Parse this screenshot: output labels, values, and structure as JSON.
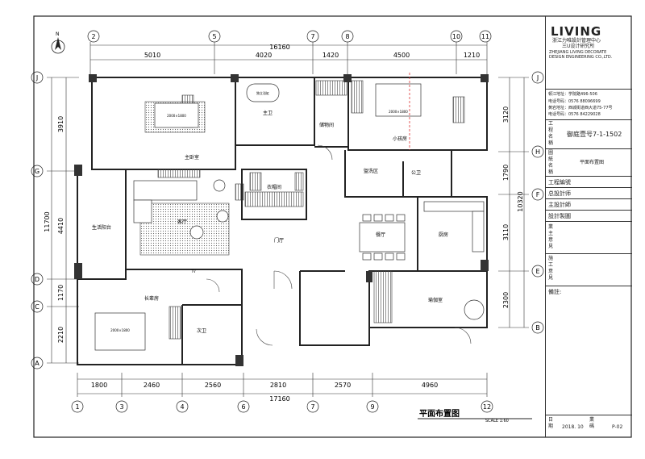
{
  "drawing": {
    "title": "平面布置图",
    "scale": "SCALE 1:60",
    "north": "N"
  },
  "dimensions": {
    "top_total": "16160",
    "top_segments": [
      "5010",
      "4020",
      "1420",
      "4500",
      "1210"
    ],
    "bottom_total": "17160",
    "bottom_segments": [
      "1800",
      "2460",
      "2560",
      "2810",
      "2570",
      "4960"
    ],
    "left_total": "11700",
    "left_segments": [
      "3910",
      "4410",
      "1170",
      "2210"
    ],
    "right_total": "10320",
    "right_segments": [
      "3120",
      "1790",
      "3110",
      "2300"
    ]
  },
  "axes": {
    "columns_top": [
      "2",
      "5",
      "7",
      "8",
      "10",
      "11"
    ],
    "columns_bottom": [
      "1",
      "3",
      "4",
      "6",
      "7",
      "9",
      "12"
    ],
    "rows_left": [
      "J",
      "G",
      "D",
      "C",
      "A"
    ],
    "rows_right": [
      "J",
      "H",
      "F",
      "E",
      "B"
    ]
  },
  "rooms": {
    "master_bedroom": "主卧室",
    "master_bath": "主卫",
    "storage": "储物间",
    "kids_room": "小孩房",
    "laundry": "盥洗区",
    "public_bath": "公卫",
    "cloakroom": "衣帽间",
    "living_room": "客厅",
    "living_balcony": "生活阳台",
    "foyer": "门厅",
    "dining": "餐厅",
    "kitchen": "厨房",
    "elder_room": "长辈房",
    "second_bath": "次卫",
    "yoga_room": "瑜伽室",
    "bed_label": "2000×1800",
    "bath_label": "独立浴缸",
    "tv": "TV"
  },
  "title_block": {
    "logo": "LIVING",
    "company_cn": "浙江力唯設計管理中心",
    "company_cn2": "三U设计研究所",
    "company_en1": "ZHEJIANG LIVING DECORATE",
    "company_en2": "DESIGN ENGINEERING CO.,LTD.",
    "address1": "顿江地址：学院路496-506",
    "phone1": "电话号码：0576 88096699",
    "address2": "黄岩地址：西城街道西大道75-77号",
    "phone2": "电话号码：0576 84229028",
    "project_name_label": "工程名稱",
    "project_name": "御庭壹号7-1-1502",
    "drawing_name_label": "圖紙名稱",
    "drawing_name": "平面布置图",
    "project_no": "工程編號",
    "chief_design": "总設計师",
    "main_design": "主設計師",
    "design_drawing": "設計製圖",
    "owner_opinion": "業主意見",
    "construction_opinion": "施工意見",
    "remarks": "備註:",
    "date_label": "日期",
    "date": "2018. 10",
    "page_label": "業碼",
    "page": "P-02"
  }
}
